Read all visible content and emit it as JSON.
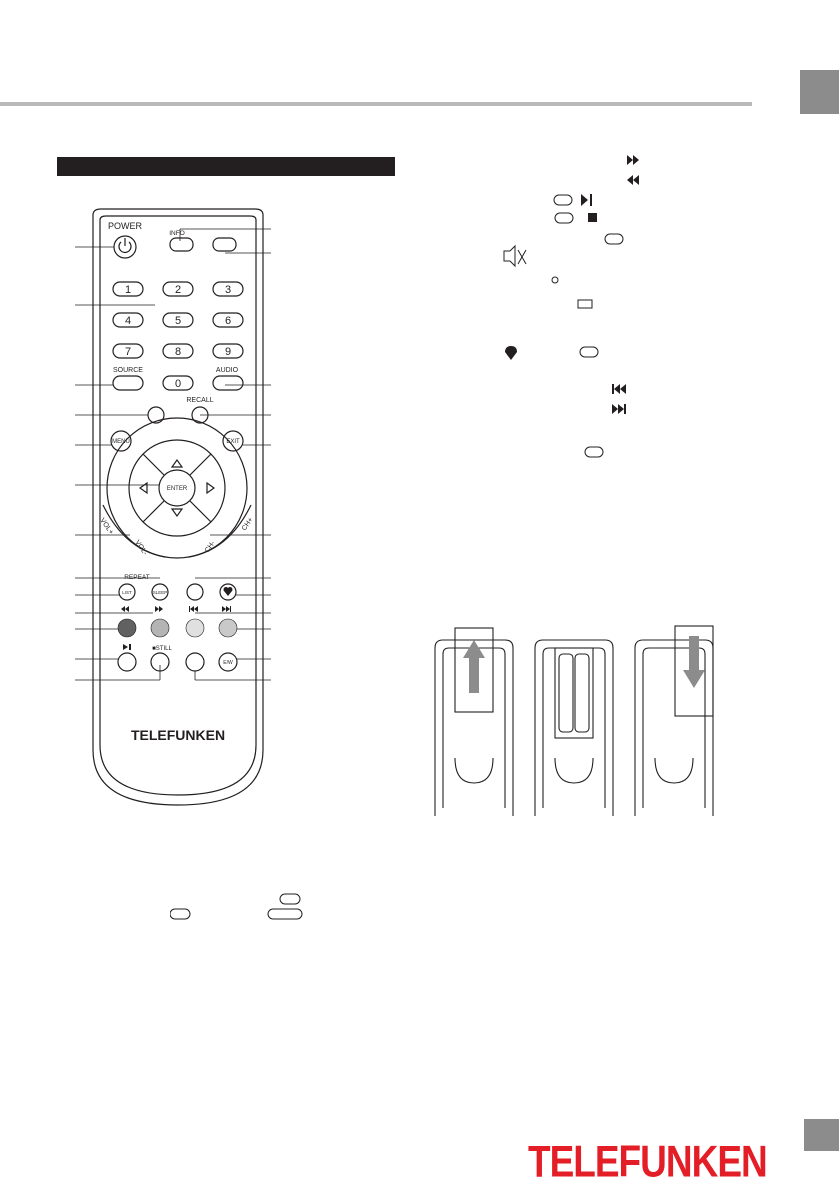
{
  "remote": {
    "power_label": "POWER",
    "info_label": "INFO",
    "numbers": [
      "1",
      "2",
      "3",
      "4",
      "5",
      "6",
      "7",
      "8",
      "9"
    ],
    "zero": "0",
    "source_label": "SOURCE",
    "audio_label": "AUDIO",
    "recall_label": "RECALL",
    "menu_label": "MENU",
    "exit_label": "EXIT",
    "enter_label": "ENTER",
    "vol_plus_label": "VOL+",
    "vol_minus_label": "VOL-",
    "ch_plus_label": "CH+",
    "ch_minus_label": "CH-",
    "repeat_label": "REPEAT",
    "list_label": "LIST",
    "sleep_label": "SLEEP",
    "still_label": "■STILL",
    "ew_label": "E/W",
    "brand": "TELEFUNKEN"
  },
  "footer": {
    "brand": "TELEFUNKEN"
  },
  "colors": {
    "brand_red": "#e41e26",
    "tab_gray": "#8c8c8c",
    "rule_gray": "#b9b9b9",
    "color_key_1": "#616161",
    "color_key_2": "#b4b4b4",
    "color_key_3": "#e0e0e0",
    "color_key_4": "#c9c9c9"
  }
}
